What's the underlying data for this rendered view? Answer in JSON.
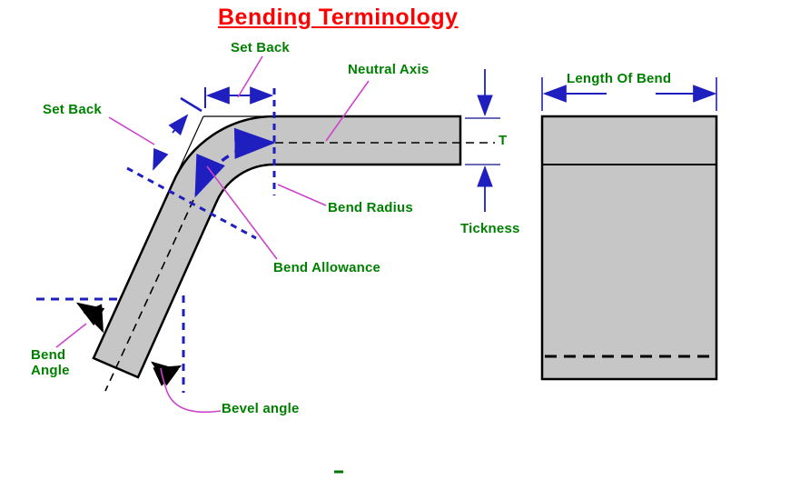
{
  "title": "Bending Terminology",
  "labels": {
    "set_back_top": "Set Back",
    "set_back_left": "Set Back",
    "neutral_axis": "Neutral Axis",
    "bend_radius": "Bend Radius",
    "bend_allowance": "Bend Allowance",
    "thickness": "Tickness",
    "t_mark": "T",
    "bend_angle_line1": "Bend",
    "bend_angle_line2": "Angle",
    "bevel_angle": "Bevel angle",
    "length_of_bend": "Length Of Bend"
  },
  "colors": {
    "title_red": "#FF0000",
    "label_green": "#008000",
    "dimension_blue": "#1F1FBF",
    "leader_magenta": "#CC44CC",
    "sheet_gray": "#C6C6C6",
    "outline_black": "#000000"
  }
}
